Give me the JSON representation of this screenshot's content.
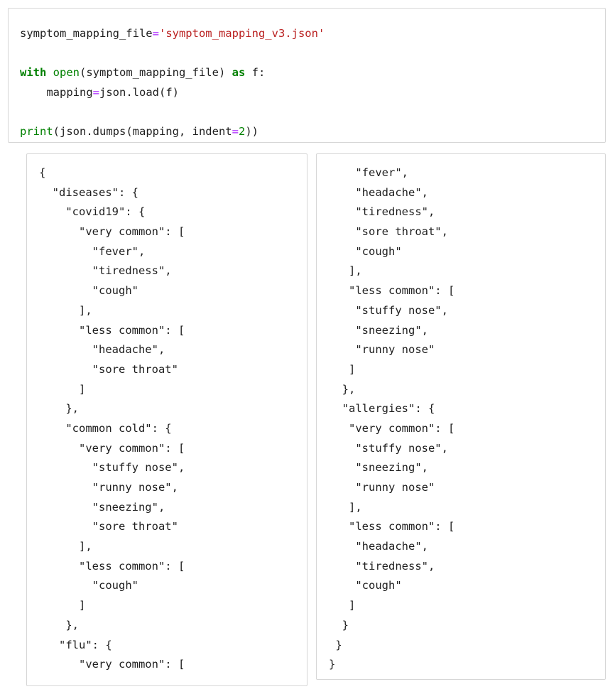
{
  "input": {
    "lines": [
      {
        "parts": [
          {
            "t": "symptom_mapping_file",
            "c": ""
          },
          {
            "t": "=",
            "c": "op"
          },
          {
            "t": "'symptom_mapping_v3.json'",
            "c": "str"
          }
        ]
      },
      {
        "parts": []
      },
      {
        "parts": [
          {
            "t": "with",
            "c": "kw"
          },
          {
            "t": " ",
            "c": ""
          },
          {
            "t": "open",
            "c": "fn"
          },
          {
            "t": "(symptom_mapping_file) ",
            "c": ""
          },
          {
            "t": "as",
            "c": "kw"
          },
          {
            "t": " f:",
            "c": ""
          }
        ]
      },
      {
        "parts": [
          {
            "t": "    mapping",
            "c": ""
          },
          {
            "t": "=",
            "c": "op"
          },
          {
            "t": "json.load(f)",
            "c": ""
          }
        ]
      },
      {
        "parts": []
      },
      {
        "parts": [
          {
            "t": "print",
            "c": "fn"
          },
          {
            "t": "(json.dumps(mapping, indent",
            "c": ""
          },
          {
            "t": "=",
            "c": "op"
          },
          {
            "t": "2",
            "c": "num"
          },
          {
            "t": "))",
            "c": ""
          }
        ]
      }
    ]
  },
  "output_left": {
    "lines": [
      "{",
      "  \"diseases\": {",
      "    \"covid19\": {",
      "      \"very common\": [",
      "        \"fever\",",
      "        \"tiredness\",",
      "        \"cough\"",
      "      ],",
      "      \"less common\": [",
      "        \"headache\",",
      "        \"sore throat\"",
      "      ]",
      "    },",
      "    \"common cold\": {",
      "      \"very common\": [",
      "        \"stuffy nose\",",
      "        \"runny nose\",",
      "        \"sneezing\",",
      "        \"sore throat\"",
      "      ],",
      "      \"less common\": [",
      "        \"cough\"",
      "      ]",
      "    },",
      "   \"flu\": {",
      "      \"very common\": ["
    ]
  },
  "output_right": {
    "lines": [
      "    \"fever\",",
      "    \"headache\",",
      "    \"tiredness\",",
      "    \"sore throat\",",
      "    \"cough\"",
      "   ],",
      "   \"less common\": [",
      "    \"stuffy nose\",",
      "    \"sneezing\",",
      "    \"runny nose\"",
      "   ]",
      "  },",
      "  \"allergies\": {",
      "   \"very common\": [",
      "    \"stuffy nose\",",
      "    \"sneezing\",",
      "    \"runny nose\"",
      "   ],",
      "   \"less common\": [",
      "    \"headache\",",
      "    \"tiredness\",",
      "    \"cough\"",
      "   ]",
      "  }",
      " }",
      "}"
    ]
  }
}
